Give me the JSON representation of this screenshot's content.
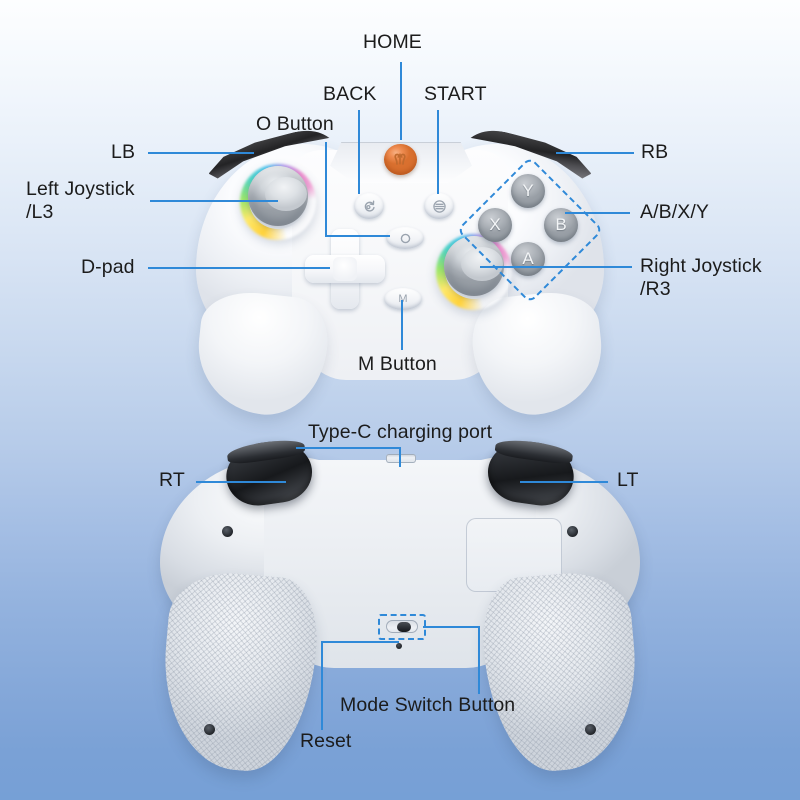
{
  "diagram": {
    "title": "Game controller button layout diagram",
    "accent_color": "#2f89d8",
    "background_top_color": "#fdfeff",
    "background_bottom_color": "#76a0d6"
  },
  "labels": {
    "home": "HOME",
    "back": "BACK",
    "start": "START",
    "o_button": "O Button",
    "lb": "LB",
    "rb": "RB",
    "left_joystick": "Left Joystick\n/L3",
    "right_joystick": "Right Joystick\n/R3",
    "dpad": "D-pad",
    "abxy": "A/B/X/Y",
    "m_button": "M Button",
    "type_c": "Type-C charging port",
    "rt": "RT",
    "lt": "LT",
    "mode_switch": "Mode Switch Button",
    "reset": "Reset"
  },
  "face_buttons": {
    "y": "Y",
    "x": "X",
    "b": "B",
    "a": "A"
  },
  "icons": {
    "home": "home-logo-icon",
    "back": "back-circular-arrow-icon",
    "start": "start-menu-lines-icon",
    "o": "o-circle-icon",
    "m": "M"
  },
  "views": {
    "front": "front-view",
    "back": "back-view"
  }
}
